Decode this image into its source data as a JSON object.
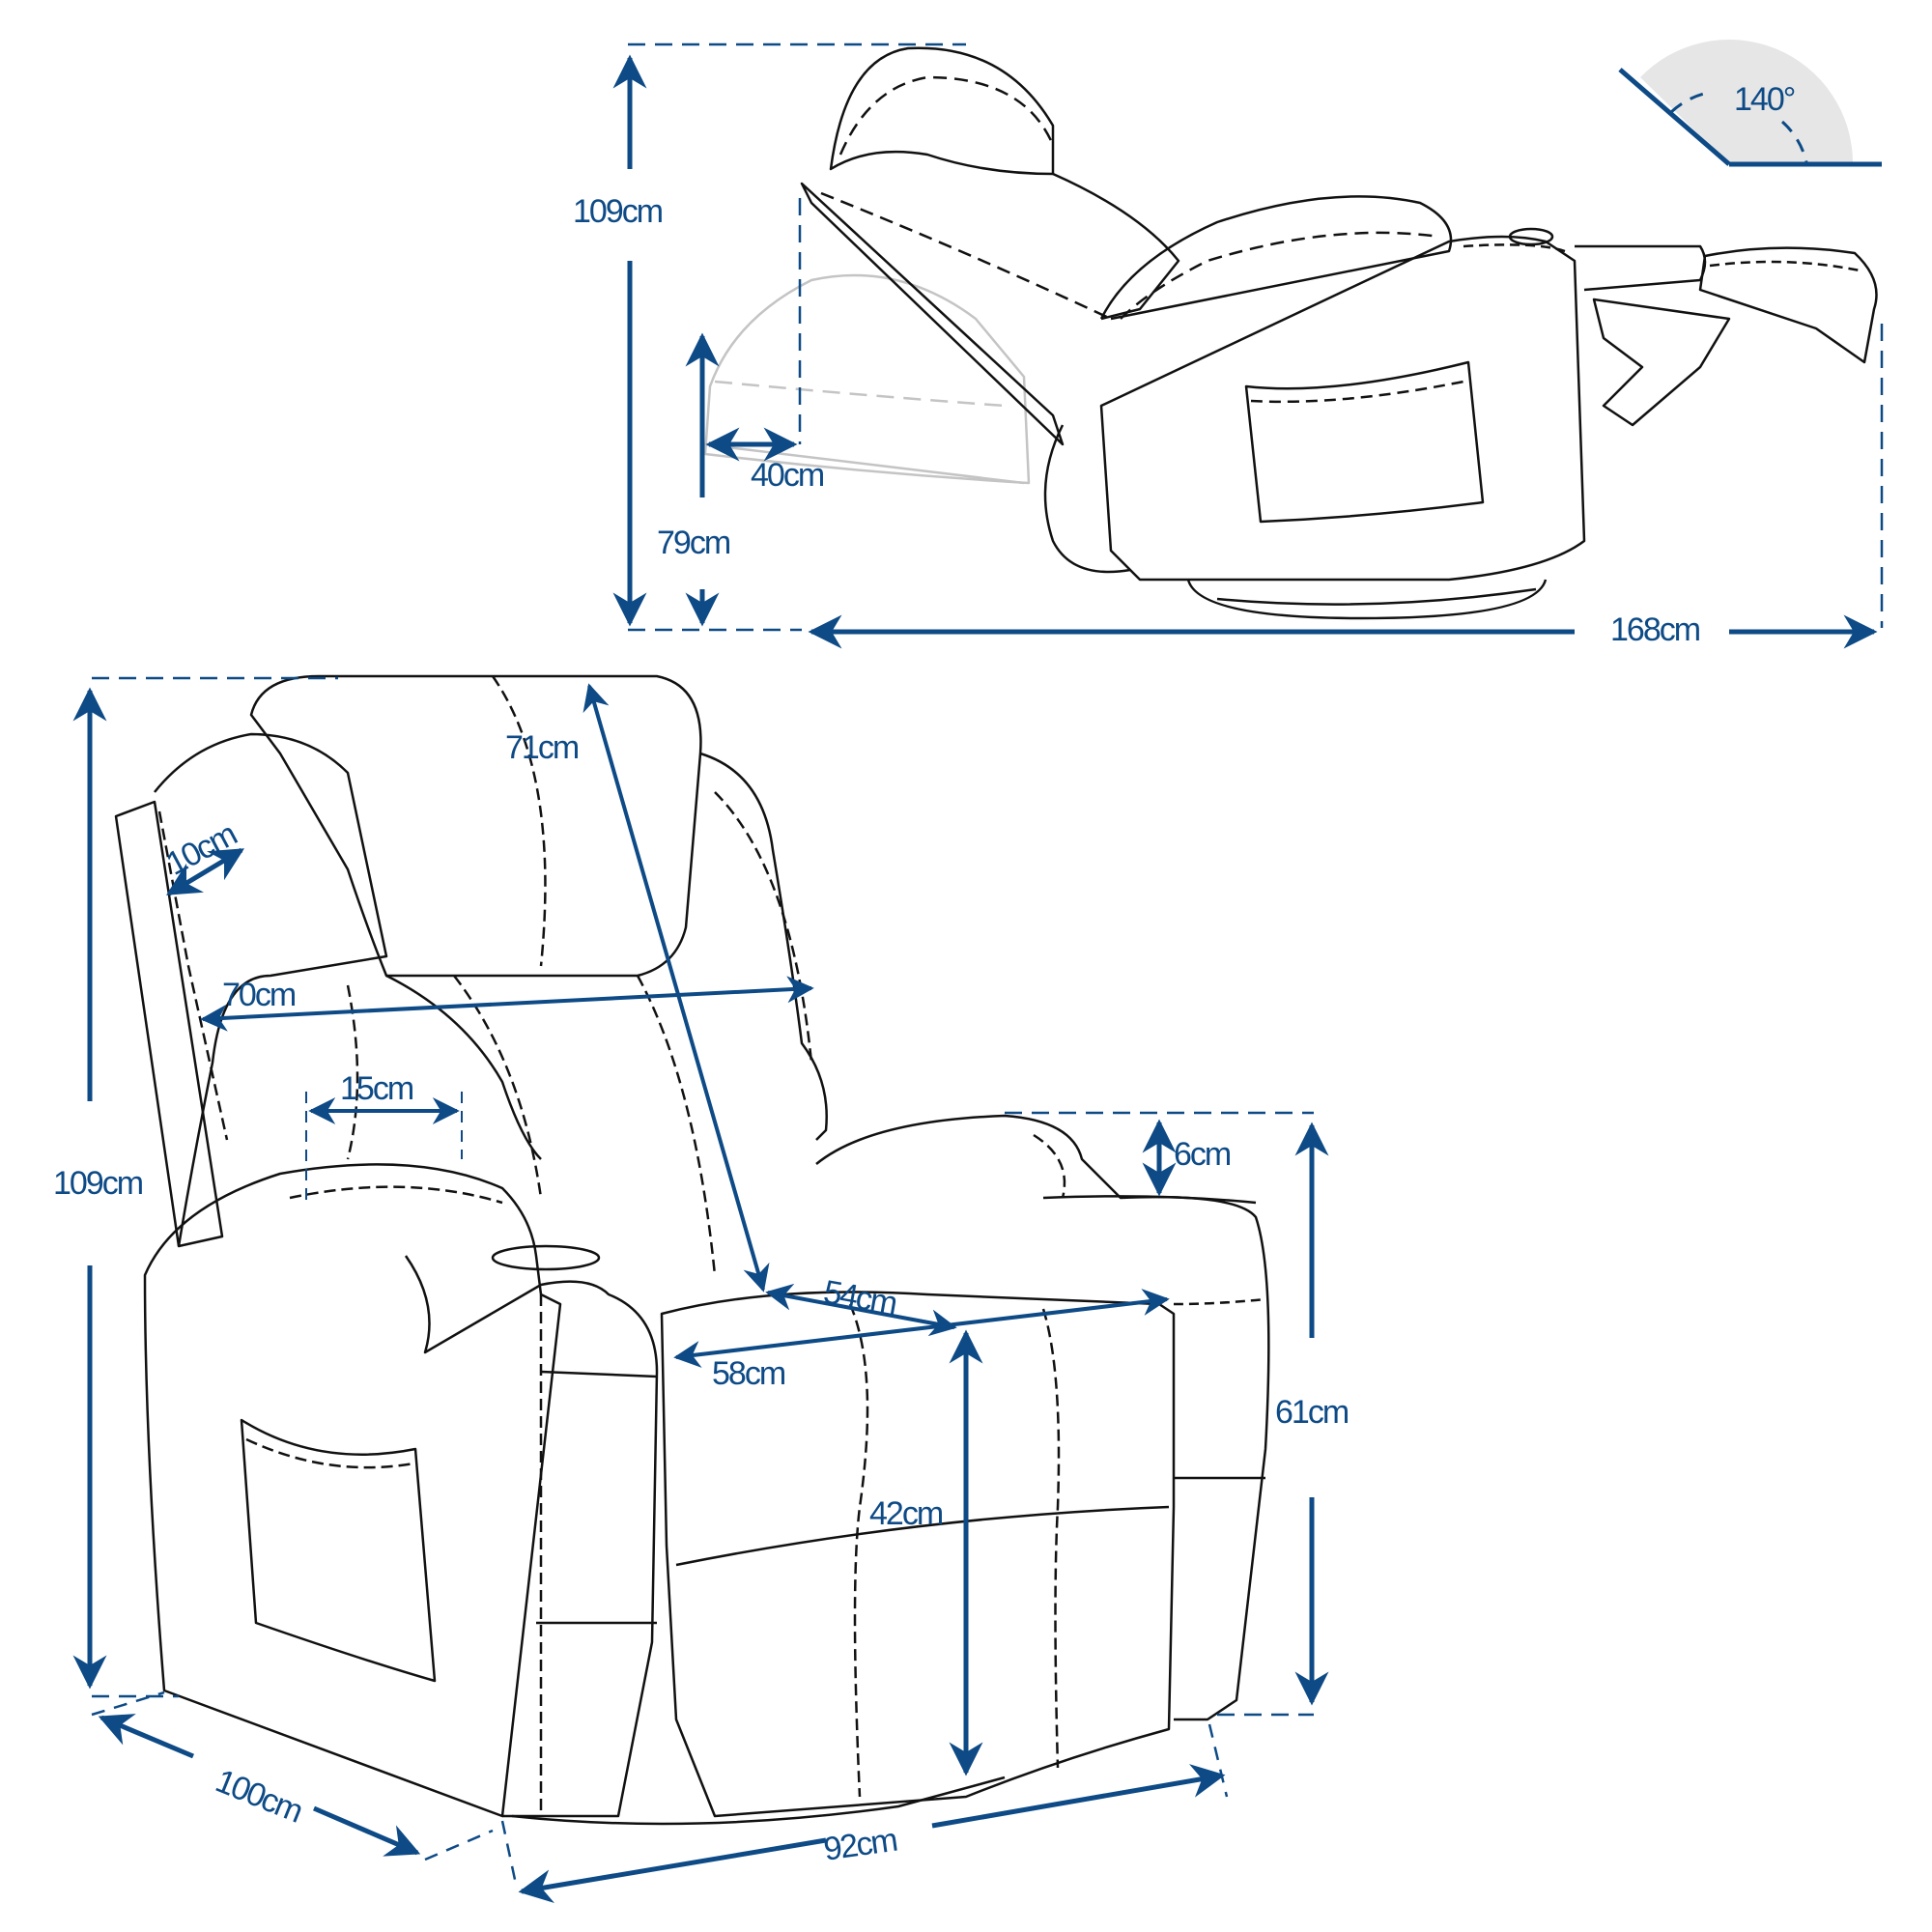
{
  "diagram": {
    "subject": "Power recliner chair dimensions",
    "accent_color": "#0d4a86",
    "outline_color": "#111111",
    "ghost_color": "#c4c4c4",
    "angle_fill": "#e6e6e6",
    "side_view": {
      "recline_angle": "140°",
      "total_height": "109cm",
      "backrest_clearance_height": "79cm",
      "wall_clearance": "40cm",
      "reclined_length": "168cm"
    },
    "front_view": {
      "total_height": "109cm",
      "backrest_height": "71cm",
      "wing_depth": "10cm",
      "backrest_width": "70cm",
      "armrest_width": "15cm",
      "armrest_height_offset": "6cm",
      "armrest_height": "61cm",
      "seat_depth": "54cm",
      "seat_width": "58cm",
      "seat_height": "42cm",
      "overall_depth": "100cm",
      "overall_width": "92cm"
    }
  }
}
